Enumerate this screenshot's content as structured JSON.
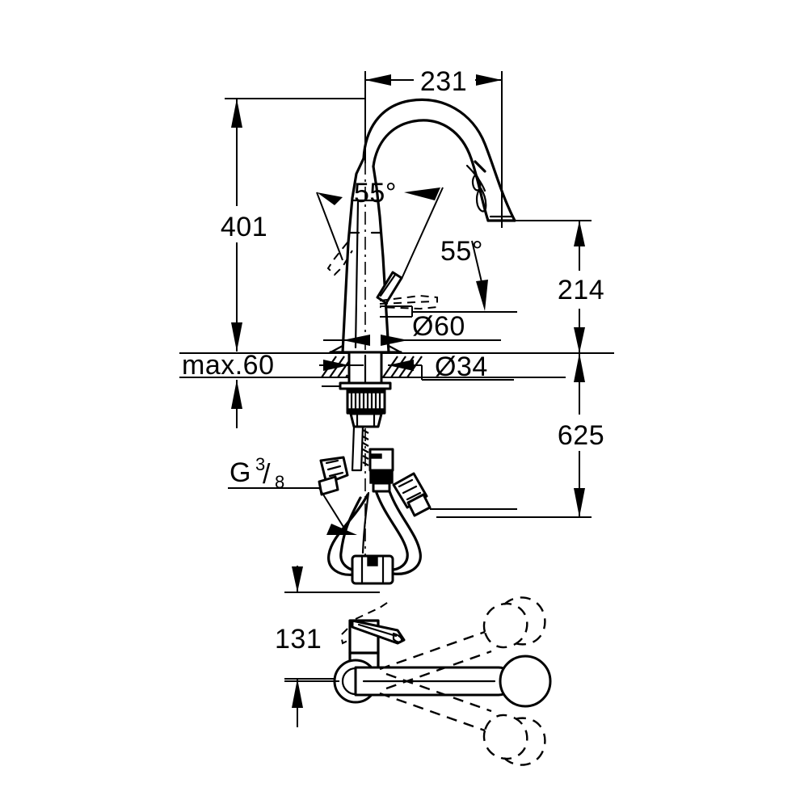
{
  "drawing": {
    "title": "Kitchen Faucet Technical Dimension Drawing",
    "subject": "pull-down kitchen mixer tap",
    "units": "mm",
    "background_color": "#ffffff",
    "line_color": "#000000"
  },
  "dimensions": {
    "spout_reach": "231",
    "total_height": "401",
    "spout_outlet_height": "214",
    "hose_length": "625",
    "deck_thickness": "max.60",
    "base_diameter": "Ø60",
    "shank_diameter": "Ø34",
    "handle_height": "131",
    "lever_angle_left": "55°",
    "lever_angle_right": "55°",
    "connection_thread_letter": "G",
    "connection_thread_numerator": "3",
    "connection_thread_denominator": "8",
    "connection_thread_slash": "/"
  },
  "views": {
    "elevation": "front elevation with section through counter",
    "plan": "top view showing swivel range"
  }
}
